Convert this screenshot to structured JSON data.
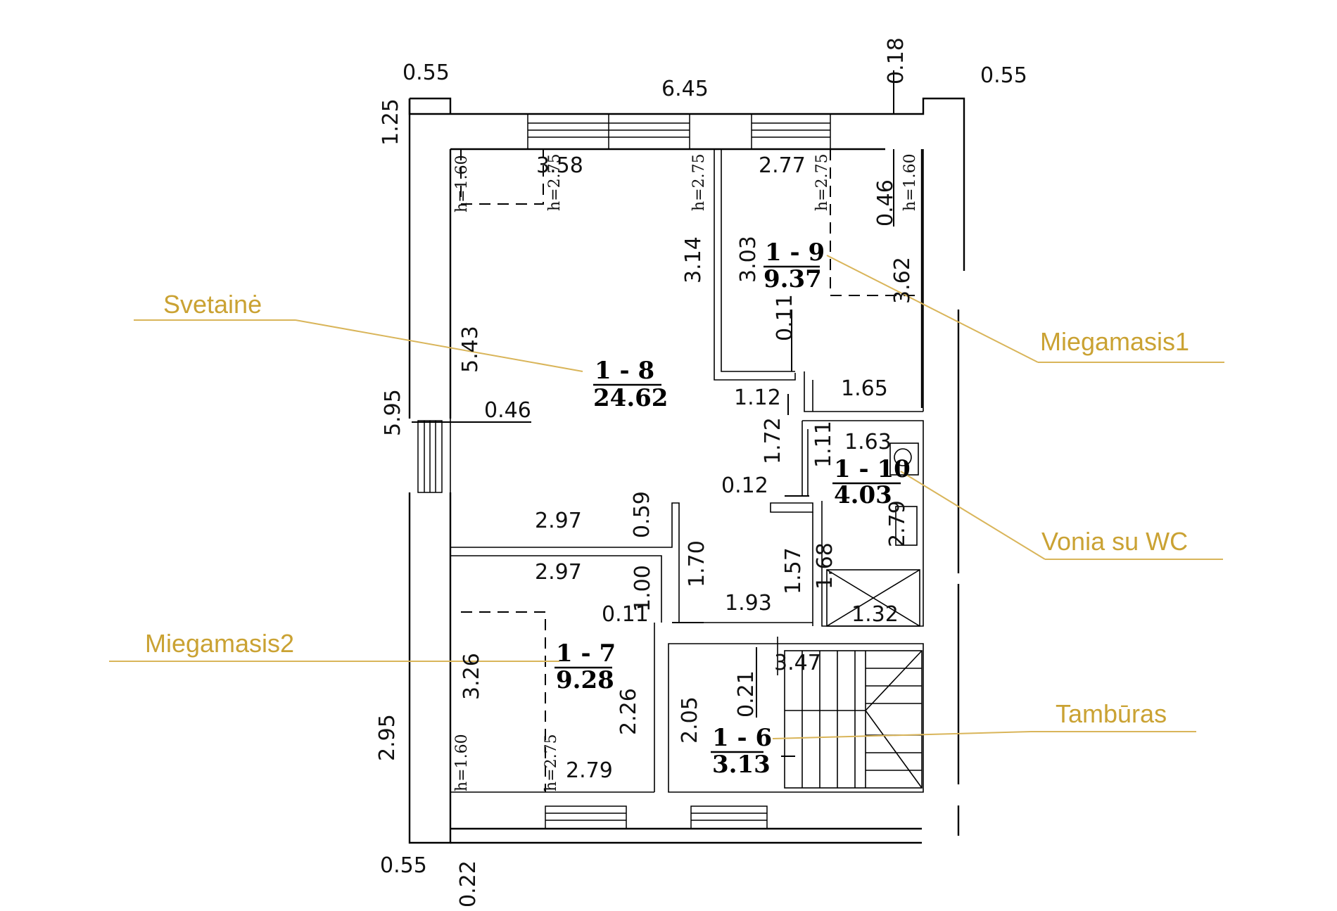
{
  "labels": {
    "svetaine": "Svetainė",
    "miegamasis1": "Miegamasis1",
    "vonia": "Vonia su WC",
    "miegamasis2": "Miegamasis2",
    "tamburas": "Tambūras"
  },
  "rooms": {
    "r8": {
      "id": "1 - 8",
      "area": "24.62"
    },
    "r9": {
      "id": "1 - 9",
      "area": "9.37"
    },
    "r10": {
      "id": "1 - 10",
      "area": "4.03"
    },
    "r7": {
      "id": "1 - 7",
      "area": "9.28"
    },
    "r6": {
      "id": "1 - 6",
      "area": "3.13"
    }
  },
  "dims": {
    "d055_tl": "0.55",
    "d645": "6.45",
    "d018": "0.18",
    "d055_tr": "0.55",
    "d125": "1.25",
    "d358": "3.58",
    "d277": "2.77",
    "d314": "3.14",
    "d303": "3.03",
    "d046_r": "0.46",
    "d362": "3.62",
    "d011_a": "0.11",
    "d543": "5.43",
    "d595": "5.95",
    "d046_l": "0.46",
    "d112": "1.12",
    "d165": "1.65",
    "d172": "1.72",
    "d163": "1.63",
    "d111": "1.11",
    "d012": "0.12",
    "d279_a": "2.79",
    "d297_a": "2.97",
    "d059": "0.59",
    "d297_b": "2.97",
    "d100": "1.00",
    "d170": "1.70",
    "d157": "1.57",
    "d168": "1.68",
    "d011_b": "0.11",
    "d193": "1.93",
    "d132": "1.32",
    "d347": "3.47",
    "d326": "3.26",
    "d226": "2.26",
    "d021": "0.21",
    "d205": "2.05",
    "d295": "2.95",
    "d279_b": "2.79",
    "d055_bl": "0.55",
    "d022": "0.22"
  },
  "heights": {
    "h160": "h=1.60",
    "h275": "h=2.75"
  }
}
